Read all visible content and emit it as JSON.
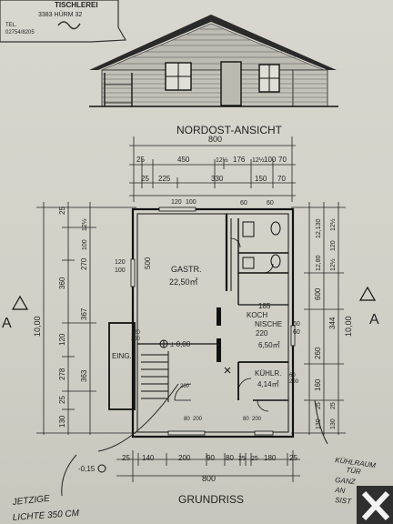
{
  "stamp": {
    "company": "TISCHLEREI",
    "address": "3383 HÜRM 32",
    "tel": "TEL.",
    "phone": "02754/8205"
  },
  "elevation": {
    "title": "NORDOST-ANSICHT",
    "total_width": "800"
  },
  "top_dims": {
    "row1": [
      "25",
      "450",
      "12½",
      "176",
      "12½",
      "100",
      "70"
    ],
    "row2": [
      "25",
      "225",
      "330",
      "150",
      "70"
    ]
  },
  "bottom_dims": {
    "row1": [
      "25",
      "140",
      "200",
      "90",
      "80",
      "25",
      "25",
      "180",
      "25"
    ],
    "total": "800"
  },
  "left_dims": {
    "outer": [
      "10,00"
    ],
    "middle": [
      "25",
      "360",
      "120",
      "278",
      "25",
      "130"
    ],
    "inner": [
      "12½",
      "100",
      "270",
      "367",
      "363"
    ]
  },
  "right_dims": {
    "outer": [
      "10,00"
    ],
    "middle": [
      "12,130",
      "12,80",
      "600",
      "260",
      "160",
      "25",
      "130"
    ],
    "inner": [
      "12½",
      "120",
      "12½",
      "344",
      "25",
      "130"
    ]
  },
  "rooms": {
    "gastr": {
      "name": "GASTR.",
      "area": "22,50㎡"
    },
    "koch": {
      "name1": "KOCH",
      "name2": "NISCHE",
      "dim": "185",
      "dim2": "220",
      "area": "6,50㎡"
    },
    "kuehlr": {
      "name": "KÜHLR.",
      "area": "4,14㎡"
    },
    "eing": {
      "name": "EING."
    }
  },
  "level": {
    "main": "± 0,00",
    "outside": "-0,15"
  },
  "door_labels": {
    "d1": "120",
    "d1b": "200",
    "d2": "120",
    "d2b": "200",
    "d3": "60",
    "d3b": "200",
    "d4": "80",
    "d4b": "200",
    "d5": "200",
    "d5b": "200",
    "d6": "80",
    "d6b": "200",
    "w1": "60",
    "w2": "60",
    "win1": "120",
    "win1b": "100",
    "win2": "60",
    "win2b": "60",
    "n500": "500",
    "n100": "100"
  },
  "plan_title": "GRUNDRISS",
  "section_marker": "A",
  "handwriting": {
    "left1": "JETZIGE",
    "left2": "LICHTE 350 CM",
    "right1": "KÜHLRAUM",
    "right2": "TÜR",
    "right3": "GANZ",
    "right4": "AN",
    "right5": "SIST"
  }
}
